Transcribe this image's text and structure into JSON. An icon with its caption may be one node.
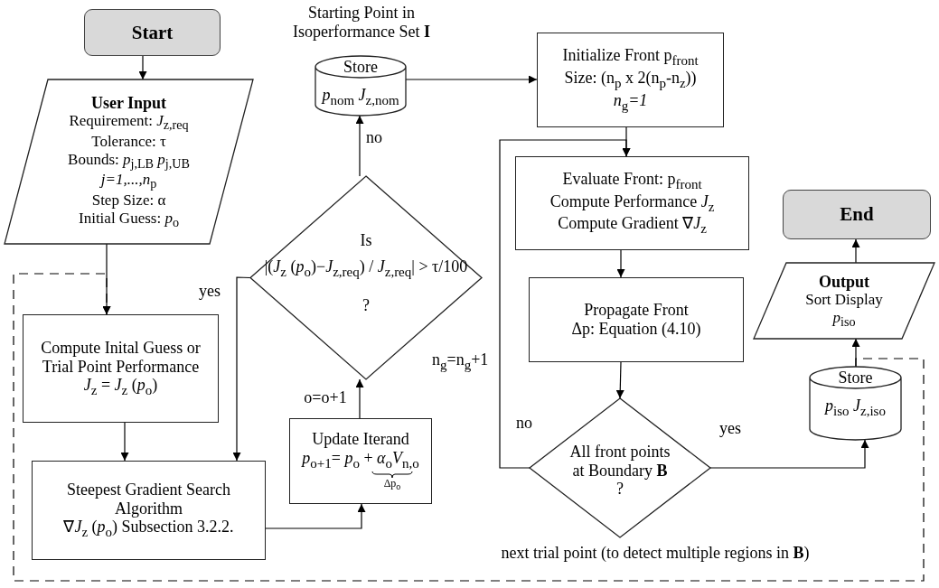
{
  "diagram": {
    "nodes": [
      {
        "text": [
          "Start"
        ]
      },
      {
        "text": [
          "User Input",
          "Requirement: *J*$_{z,req}$",
          "Tolerance: τ",
          "Bounds: *p*$_{j,LB}$ *p*$_{j,UB}$",
          "*j=1,...,n*$_{p}$",
          "Step Size: α",
          "Initial Guess: *p*$_{o}$"
        ]
      },
      {
        "text": [
          "Store",
          "*p*$_{nom}$ *J*$_{z,nom}$"
        ],
        "beside": [
          "Starting Point in Isoperformance Set **I**"
        ]
      },
      {
        "text": [
          "Initialize Front p$_{front}$",
          "Size: (n$_{p}$ x 2(n$_{p}$-n$_{z}$))",
          "*n*$_{g}$*=1*"
        ]
      },
      {
        "text": [
          "Evaluate Front: p$_{front}$",
          "Compute Performance *J*$_{z}$",
          "Compute Gradient ∇*J*$_{z}$"
        ]
      },
      {
        "text": [
          "End"
        ]
      },
      {
        "text": [
          "Output",
          "Sort Display",
          "*p*$_{iso}$"
        ]
      },
      {
        "text": [
          "Is",
          "|(*J*$_{z}$ (*p*$_{o}$)−*J*$_{z,req}$) / *J*$_{z,req}$| > τ/100",
          "?"
        ]
      },
      {
        "text": [
          "Compute Inital Guess or Trial Point Performance",
          "*J*$_{z}$ = *J*$_{z}$ (*p*$_{o}$)"
        ]
      },
      {
        "text": [
          "Propagate Front",
          "Δp: Equation (4.10)"
        ]
      },
      {
        "text": [
          "Store",
          "*p*$_{iso}$ *J*$_{z,iso}$"
        ]
      },
      {
        "text": [
          "Steepest Gradient Search Algorithm",
          "∇*J*$_{z}$ (*p*$_{o}$) Subsection 3.2.2."
        ]
      },
      {
        "text": [
          "Update Iterand",
          "*p*$_{o+1}$= *p*$_{o}$ + *α*$_{o}$*V*$_{n,o}$",
          "Δp$_{o}$"
        ]
      },
      {
        "text": [
          "All front points at Boundary **B**",
          "?"
        ]
      }
    ],
    "edges": [
      {
        "from": 0,
        "to": 1,
        "arrow": "to"
      },
      {
        "from": 1,
        "to": 8,
        "arrow": "to"
      },
      {
        "from": 8,
        "to": 11,
        "arrow": "to"
      },
      {
        "from": 11,
        "to": 12,
        "arrow": "to"
      },
      {
        "from": 12,
        "to": 7,
        "arrow": "to",
        "label": "o=o+1"
      },
      {
        "from": 7,
        "to": 11,
        "arrow": "to",
        "label": "yes"
      },
      {
        "from": 7,
        "to": 2,
        "arrow": "to",
        "label": "no"
      },
      {
        "from": 2,
        "to": 3,
        "arrow": "to"
      },
      {
        "from": 3,
        "to": 4,
        "arrow": "to"
      },
      {
        "from": 4,
        "to": 9,
        "arrow": "to"
      },
      {
        "from": 9,
        "to": 13,
        "arrow": "to"
      },
      {
        "from": 13,
        "to": 4,
        "arrow": "to",
        "label": "no"
      },
      {
        "from": 13,
        "to": 10,
        "arrow": "to",
        "label": "yes"
      },
      {
        "from": 10,
        "to": 6,
        "arrow": "to"
      },
      {
        "from": 6,
        "to": 5,
        "arrow": "to"
      },
      {
        "from": 10,
        "to": 8,
        "arrow": "to",
        "style": "dashed",
        "label": "next trial point (to detect multiple regions in **B**)"
      }
    ],
    "labels": [
      "n$_{g}$=n$_{g}$+1"
    ]
  }
}
